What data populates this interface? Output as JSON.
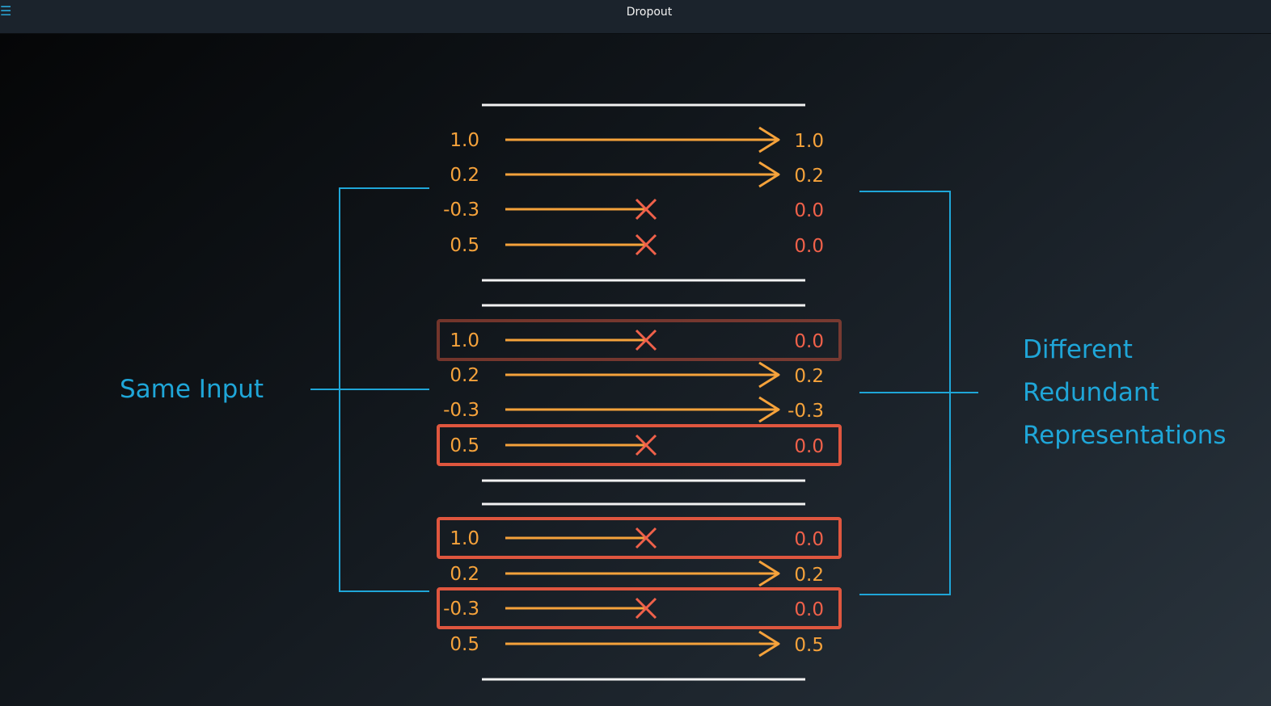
{
  "window": {
    "title": "Dropout",
    "menu_icon": "hamburger-menu-icon"
  },
  "colors": {
    "titlebar": "#1b232c",
    "kept_value": "#f5a23b",
    "dropped_value": "#f0614a",
    "dropout_box": "#ea5a40",
    "bracket": "#1fa6d8",
    "divider": "#f2f2f2"
  },
  "labels": {
    "left": "Same Input",
    "right": [
      "Different",
      "Redundant",
      "Representations"
    ]
  },
  "groups": [
    {
      "rows": [
        {
          "input": "1.0",
          "output": "1.0",
          "dropped": false,
          "boxed": false
        },
        {
          "input": "0.2",
          "output": "0.2",
          "dropped": false,
          "boxed": false
        },
        {
          "input": "-0.3",
          "output": "0.0",
          "dropped": true,
          "boxed": false
        },
        {
          "input": "0.5",
          "output": "0.0",
          "dropped": true,
          "boxed": false
        }
      ]
    },
    {
      "rows": [
        {
          "input": "1.0",
          "output": "0.0",
          "dropped": true,
          "boxed": true
        },
        {
          "input": "0.2",
          "output": "0.2",
          "dropped": false,
          "boxed": false
        },
        {
          "input": "-0.3",
          "output": "-0.3",
          "dropped": false,
          "boxed": false
        },
        {
          "input": "0.5",
          "output": "0.0",
          "dropped": true,
          "boxed": true
        }
      ]
    },
    {
      "rows": [
        {
          "input": "1.0",
          "output": "0.0",
          "dropped": true,
          "boxed": true
        },
        {
          "input": "0.2",
          "output": "0.2",
          "dropped": false,
          "boxed": false
        },
        {
          "input": "-0.3",
          "output": "0.0",
          "dropped": true,
          "boxed": true
        },
        {
          "input": "0.5",
          "output": "0.5",
          "dropped": false,
          "boxed": false
        }
      ]
    }
  ]
}
